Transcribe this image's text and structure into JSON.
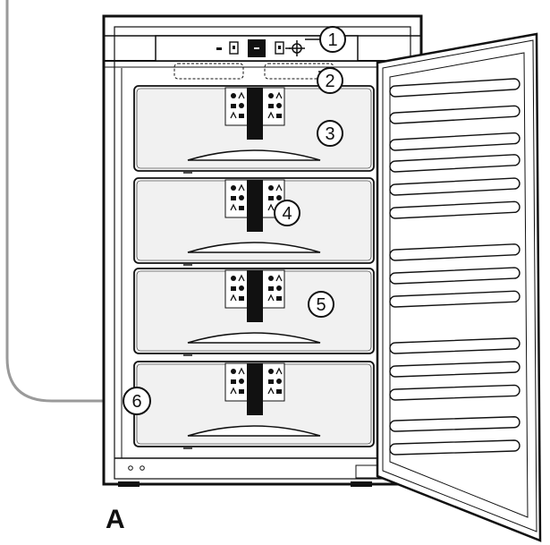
{
  "figure_label": "A",
  "callouts": [
    "1",
    "2",
    "3",
    "4",
    "5",
    "6"
  ],
  "parts": {
    "control_panel": "control-panel",
    "door": "open-door",
    "drawers": [
      "drawer-1",
      "drawer-2",
      "drawer-3",
      "drawer-4"
    ]
  },
  "colors": {
    "outline": "#111111",
    "drawer_fill": "#f1f1f1",
    "gray_line": "#9a9a9a",
    "panel_fill": "#ffffff"
  }
}
